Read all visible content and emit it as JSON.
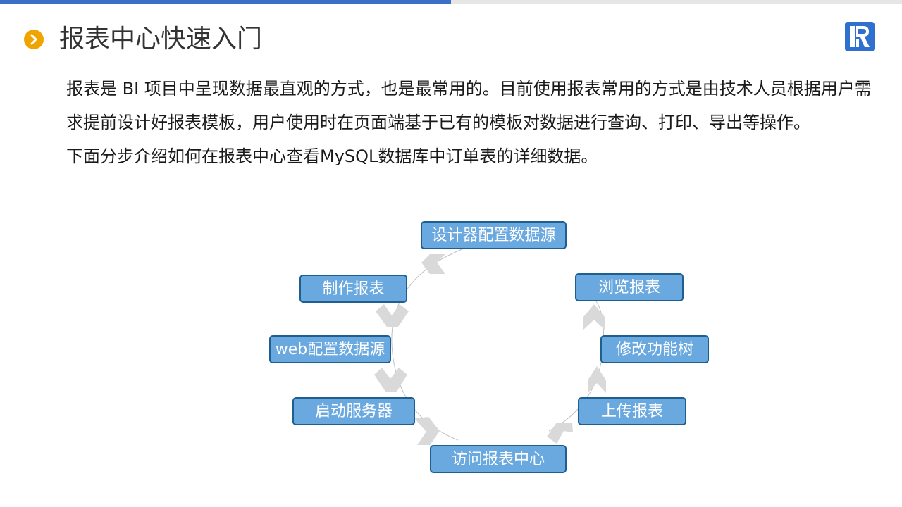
{
  "header": {
    "title": "报表中心快速入门",
    "chevron_icon": "chevron-right-icon",
    "logo_icon": "r-logo-icon",
    "accent_color": "#f0a400",
    "brand_color": "#3b6fc7"
  },
  "intro": {
    "paragraph1": "报表是 BI 项目中呈现数据最直观的方式，也是最常用的。目前使用报表常用的方式是由技术人员根据用户需求提前设计好报表模板，用户使用时在页面端基于已有的模板对数据进行查询、打印、导出等操作。",
    "paragraph2": "下面分步介绍如何在报表中心查看MySQL数据库中订单表的详细数据。"
  },
  "flow": {
    "steps": [
      {
        "label": "设计器配置数据源"
      },
      {
        "label": "制作报表"
      },
      {
        "label": "web配置数据源"
      },
      {
        "label": "启动服务器"
      },
      {
        "label": "访问报表中心"
      },
      {
        "label": "上传报表"
      },
      {
        "label": "修改功能树"
      },
      {
        "label": "浏览报表"
      }
    ],
    "node_color": "#6aa9e0",
    "node_border_color": "#1f5f8f",
    "arrow_color": "#d9d9d9"
  }
}
